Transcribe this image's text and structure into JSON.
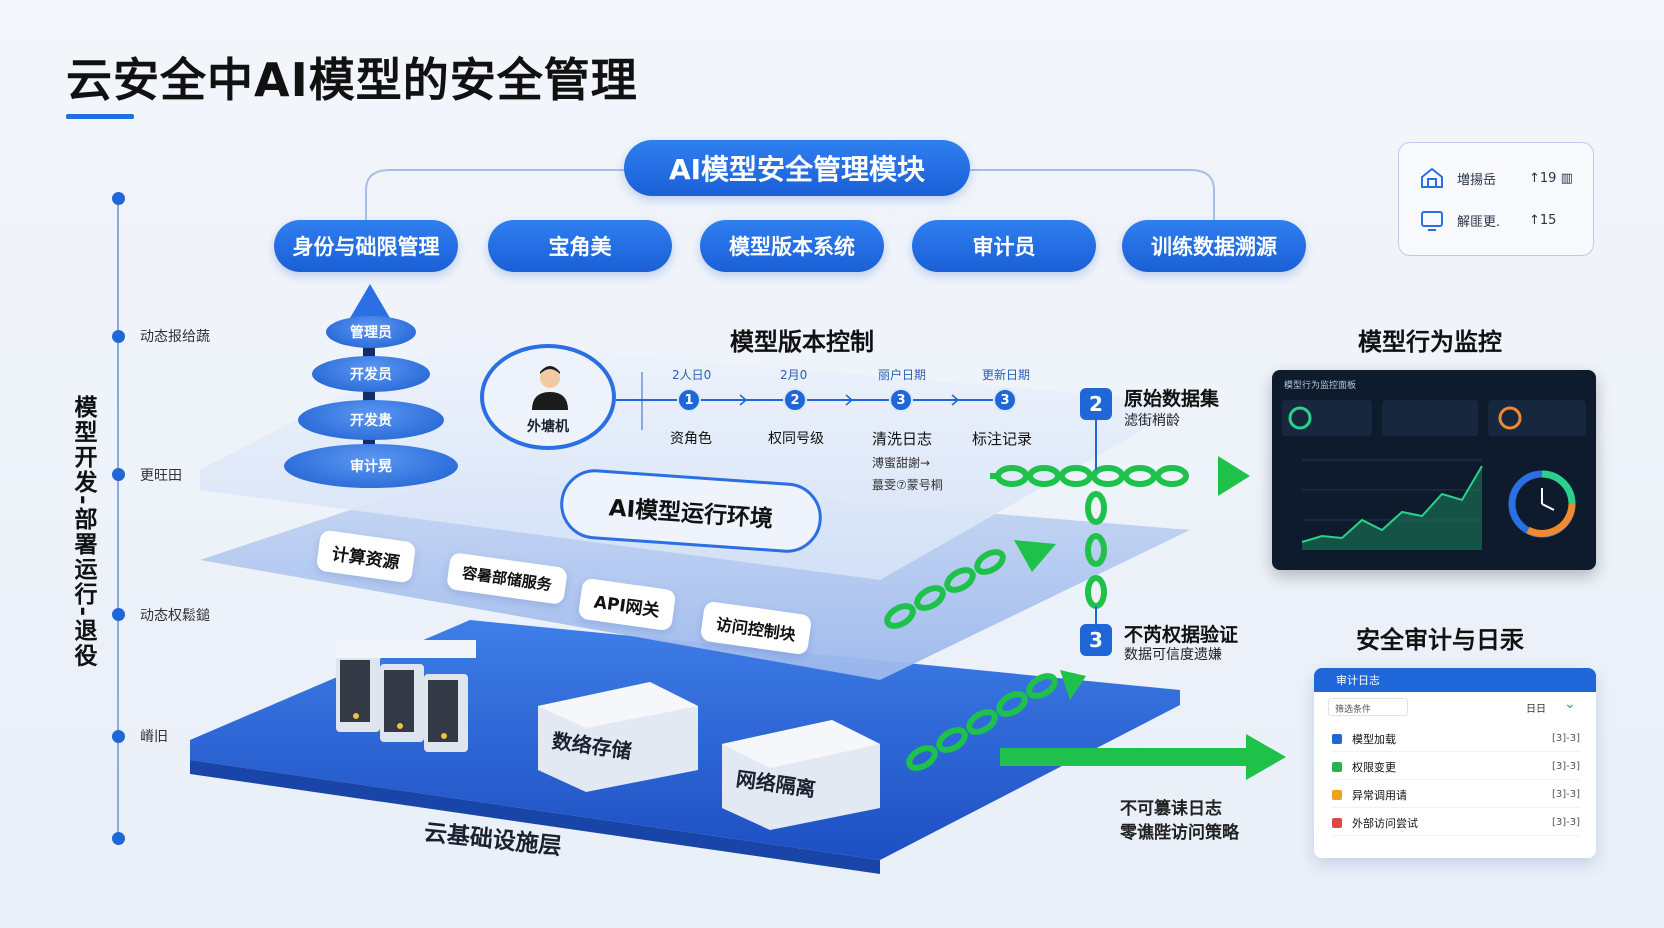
{
  "title": "云安全中AI模型的安全管理",
  "module": {
    "title": "AI模型安全管理模块",
    "items": [
      "身份与础限管理",
      "宝角美",
      "模型版本系统",
      "审计员",
      "训练数据溯源"
    ]
  },
  "stats": [
    {
      "icon": "home-shield-icon",
      "label": "増揚岳",
      "value": "↑19 ▥"
    },
    {
      "icon": "monitor-icon",
      "label": "解匪更.",
      "value": "↑15"
    }
  ],
  "timeline": {
    "vertical_label": "模型开发-部署运行-退役",
    "points": [
      "动态报给蔬",
      "更旺田",
      "动态权鬆鎚",
      "嵴旧"
    ]
  },
  "pyramid": [
    "管理员",
    "开发员",
    "开发贵",
    "审计晃"
  ],
  "person_label": "外塘机",
  "version_control": {
    "title": "模型版本控制",
    "steps": [
      {
        "top": "2人日0",
        "num": "1",
        "label": "资角色"
      },
      {
        "top": "2月0",
        "num": "2",
        "label": "权同号级"
      },
      {
        "top": "丽户日期",
        "num": "3",
        "label": "清洗日志"
      },
      {
        "top": "更新日期",
        "num": "3",
        "label": "标注记录"
      }
    ],
    "extra_notes": [
      "溥蜜甜謝→",
      "蕞雯⑦蒙号桐"
    ]
  },
  "runtime": {
    "title": "AI模型运行环境",
    "chips": [
      "计算资源",
      "容暑部储服务",
      "API网关",
      "访问控制块"
    ]
  },
  "infra": {
    "title": "云基础设施层",
    "boxes": [
      "数络存储",
      "网络隔离"
    ]
  },
  "data_flow": [
    {
      "num": "2",
      "title": "原始数据集",
      "sub": "滤街梢龄"
    },
    {
      "num": "3",
      "title": "不芮权据验证",
      "sub": "数据可信度遗嫌"
    }
  ],
  "log_note": {
    "line1": "不可篡诔日志",
    "line2": "零谯陛访问策略"
  },
  "monitoring": {
    "title": "模型行为监控",
    "dashboard_title": "模型行为监控面板"
  },
  "audit": {
    "title": "安全审计与日汞",
    "header": "审计日志",
    "filter": "筛选条件",
    "date_label": "日日",
    "rows": [
      {
        "label": "模型加载",
        "time": "[3]-3]",
        "color": "#1f66d8"
      },
      {
        "label": "权限变更",
        "time": "[3]-3]",
        "color": "#26b34a"
      },
      {
        "label": "异常调用请",
        "time": "[3]-3]",
        "color": "#f0a020"
      },
      {
        "label": "外部访问尝试",
        "time": "[3]-3]",
        "color": "#e04848"
      }
    ]
  },
  "colors": {
    "primary": "#1f66d8",
    "chain": "#1ec24a",
    "dark_panel": "#0e1b2c"
  }
}
